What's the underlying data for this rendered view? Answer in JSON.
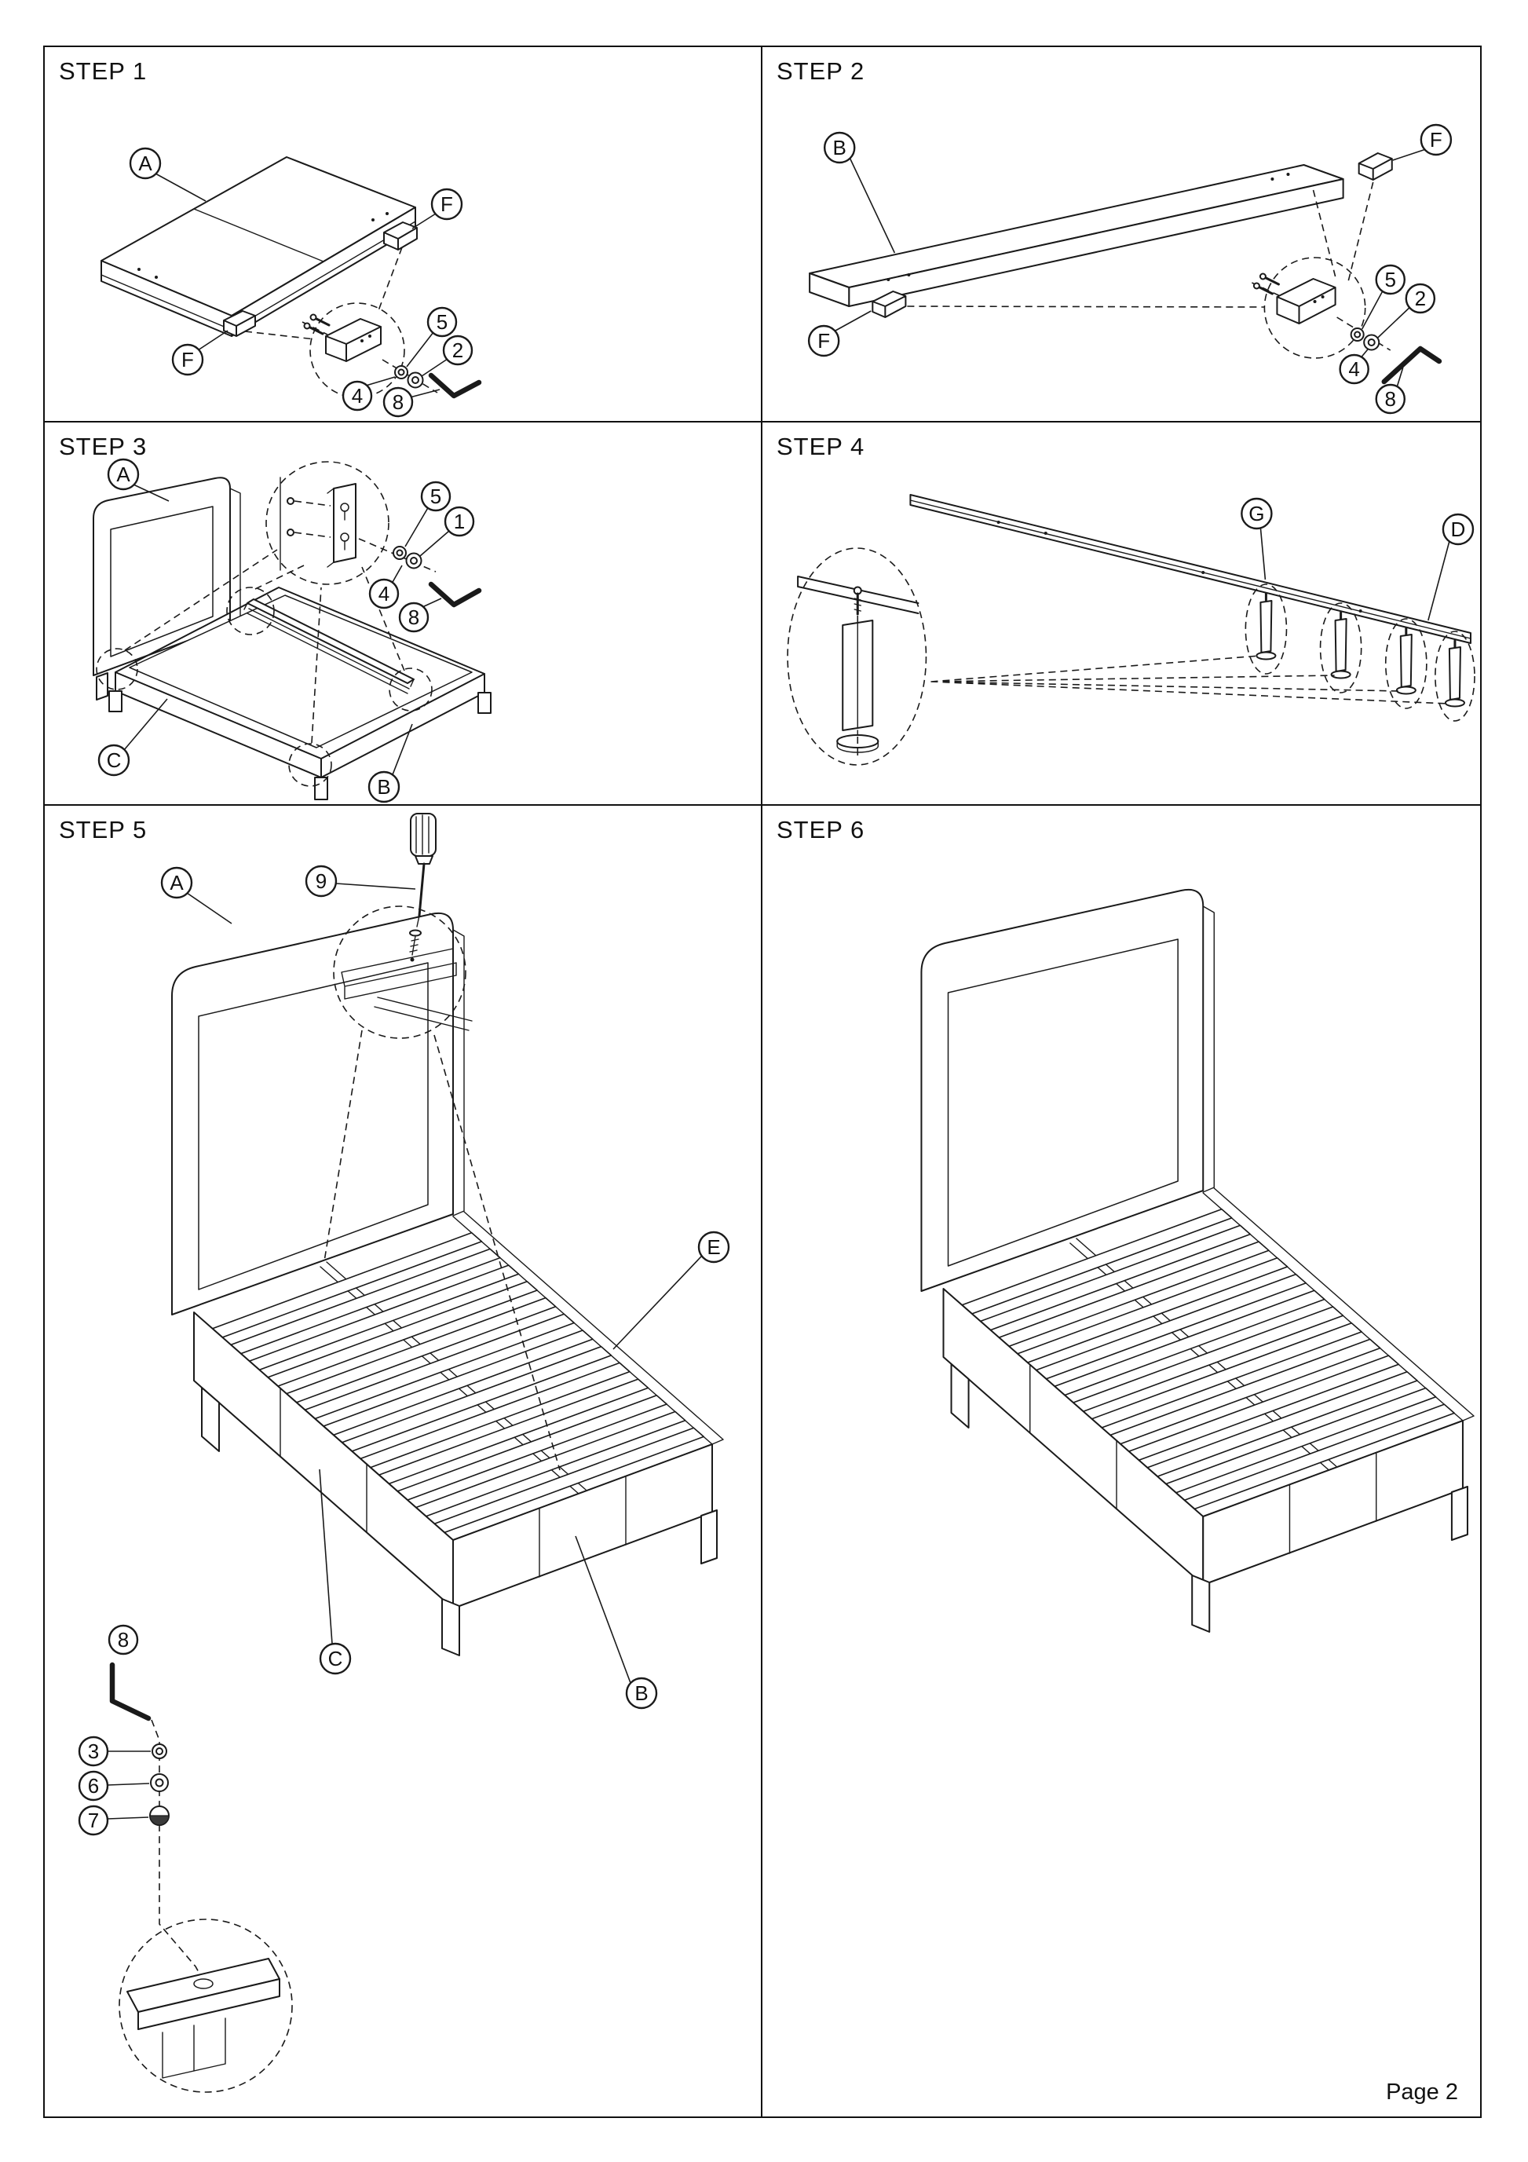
{
  "page": {
    "footer": "Page 2"
  },
  "steps": [
    {
      "title": "STEP 1",
      "callouts": {
        "panel": "A",
        "bracket_top": "F",
        "bracket_bottom": "F",
        "spring_washer": "5",
        "flat_washer": "2",
        "bolt": "4",
        "allen_key": "8"
      }
    },
    {
      "title": "STEP 2",
      "callouts": {
        "rail": "B",
        "bracket_top": "F",
        "bracket_bottom": "F",
        "spring_washer": "5",
        "flat_washer": "2",
        "bolt": "4",
        "allen_key": "8"
      }
    },
    {
      "title": "STEP 3",
      "callouts": {
        "headboard": "A",
        "side_rail": "C",
        "foot_rail": "B",
        "spring_washer": "5",
        "flat_washer": "1",
        "bolt": "4",
        "allen_key": "8"
      }
    },
    {
      "title": "STEP 4",
      "callouts": {
        "leg": "G",
        "center_rail": "D"
      }
    },
    {
      "title": "STEP 5",
      "callouts": {
        "headboard": "A",
        "screw": "9",
        "allen_key": "8",
        "washer_a": "3",
        "washer_b": "6",
        "washer_c": "7",
        "slats": "E",
        "foot_rail": "B",
        "side_rail": "C"
      }
    },
    {
      "title": "STEP 6",
      "callouts": {}
    }
  ]
}
